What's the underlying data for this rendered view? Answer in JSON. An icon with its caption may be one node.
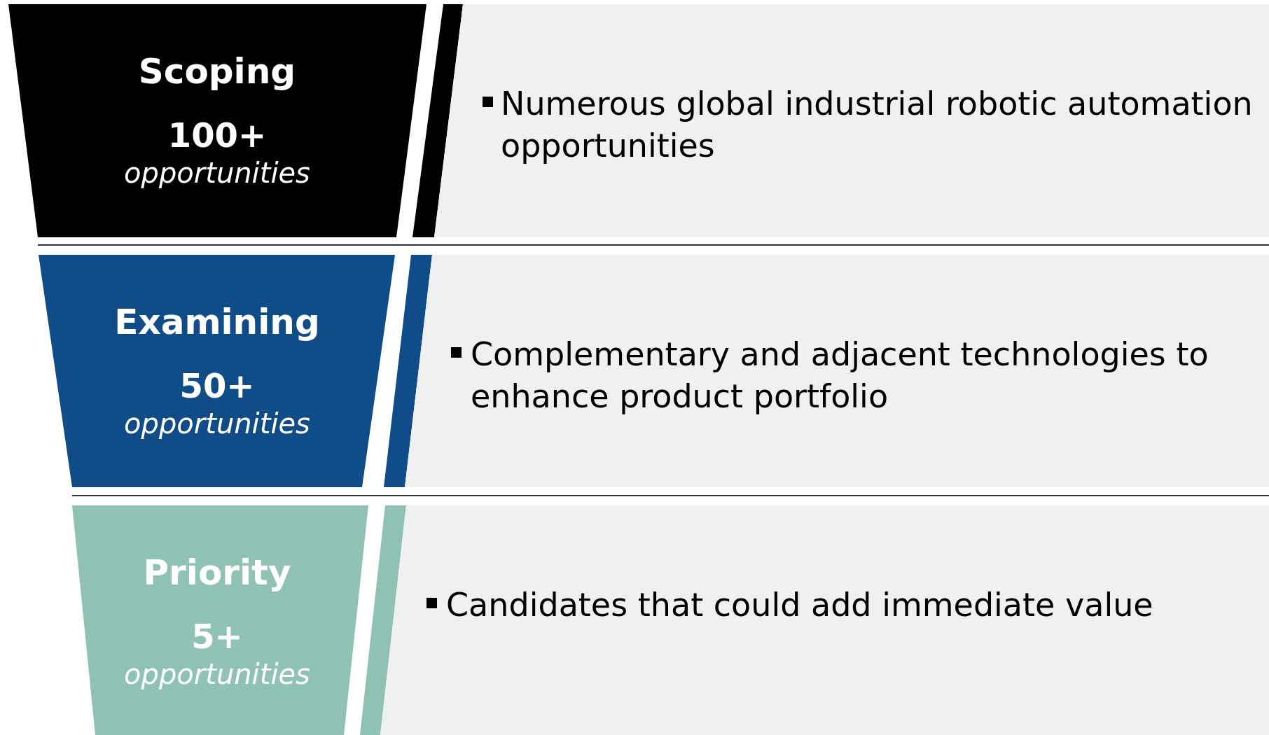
{
  "diagram": {
    "nodes": [
      {
        "text": [
          "Scoping",
          "100+",
          "opportunities"
        ]
      },
      {
        "text": [],
        "shape": "bar"
      },
      {
        "text": [
          "Numerous global industrial robotic automation opportunities"
        ]
      },
      {
        "text": [
          "Examining",
          "50+",
          "opportunities"
        ]
      },
      {
        "text": [],
        "shape": "bar"
      },
      {
        "text": [
          "Complementary and adjacent technologies to enhance product portfolio"
        ]
      },
      {
        "text": [
          "Priority",
          "5+",
          "opportunities"
        ]
      },
      {
        "text": [],
        "shape": "bar"
      },
      {
        "text": [
          "Candidates that could add immediate value"
        ]
      }
    ]
  }
}
